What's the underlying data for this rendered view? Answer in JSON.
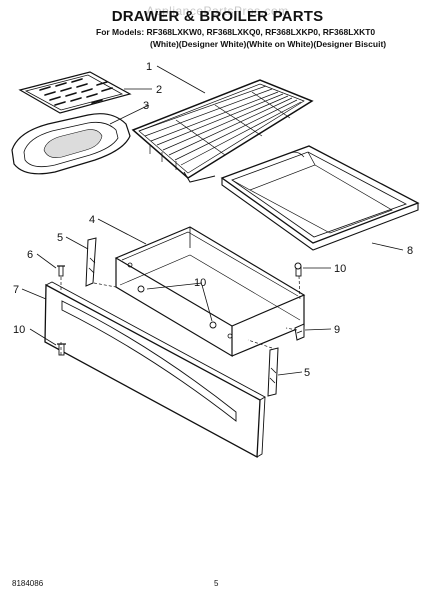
{
  "header": {
    "title": "DRAWER & BROILER PARTS",
    "watermark": "AppliancePartsPros.com",
    "models_line": "For Models: RF368LXKW0, RF368LXKQ0, RF368LXKP0, RF368LXKT0",
    "variants_line": "(White)(Designer White)(White on White)(Designer Biscuit)"
  },
  "callouts": {
    "c1": "1",
    "c2": "2",
    "c3": "3",
    "c4": "4",
    "c5a": "5",
    "c5b": "5",
    "c6": "6",
    "c7": "7",
    "c8": "8",
    "c9": "9",
    "c10a": "10",
    "c10b": "10",
    "c10c": "10"
  },
  "footer": {
    "doc_number": "8184086",
    "page_number": "5"
  }
}
